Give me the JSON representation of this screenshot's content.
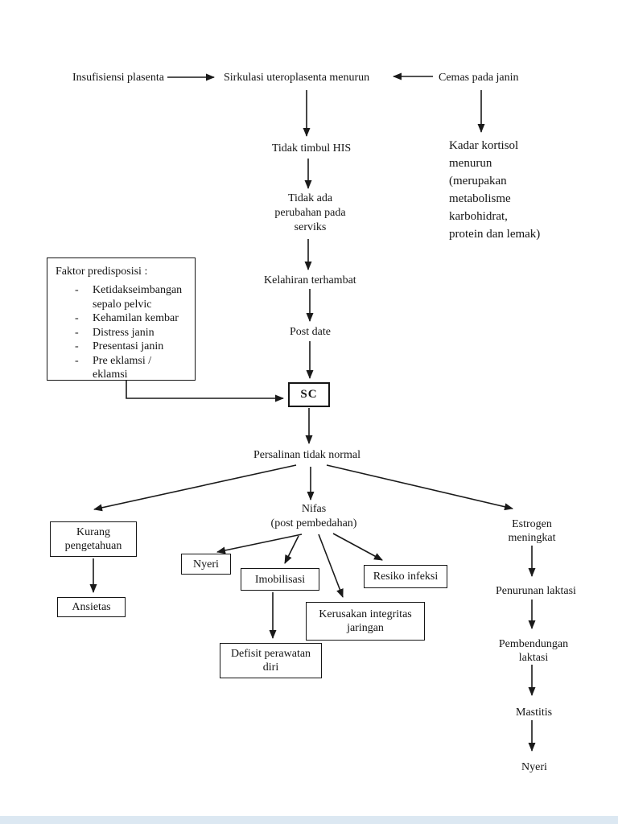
{
  "diagram": {
    "top_row": {
      "insufisiensi_plasenta": "Insufisiensi plasenta",
      "sirkulasi_uteroplasenta": "Sirkulasi uteroplasenta menurun",
      "cemas_pada_janin": "Cemas pada janin"
    },
    "kortisol_note_lines": [
      "Kadar kortisol",
      "menurun",
      "(merupakan",
      "metabolisme",
      "karbohidrat,",
      "protein dan lemak)"
    ],
    "center_chain": {
      "tidak_timbul_his": "Tidak timbul HIS",
      "tidak_ada_perubahan_lines": [
        "Tidak ada",
        "perubahan pada",
        "serviks"
      ],
      "kelahiran_terhambat": "Kelahiran terhambat",
      "post_date": "Post date",
      "sc": "SC",
      "persalinan_tidak_normal": "Persalinan tidak normal",
      "nifas_lines": [
        "Nifas",
        "(post pembedahan)"
      ]
    },
    "predisposisi": {
      "title": "Faktor predisposisi :",
      "items": [
        "Ketidakseimbangan sepalo pelvic",
        "Kehamilan kembar",
        "Distress janin",
        "Presentasi janin",
        "Pre eklamsi / eklamsi"
      ]
    },
    "left_branch": {
      "kurang_pengetahuan_lines": [
        "Kurang",
        "pengetahuan"
      ],
      "ansietas": "Ansietas"
    },
    "nifas_effects": {
      "nyeri": "Nyeri",
      "imobilisasi": "Imobilisasi",
      "resiko_infeksi": "Resiko infeksi",
      "kerusakan_integritas_lines": [
        "Kerusakan integritas",
        "jaringan"
      ],
      "defisit_perawatan_lines": [
        "Defisit perawatan",
        "diri"
      ]
    },
    "right_branch": {
      "estrogen_meningkat_lines": [
        "Estrogen",
        "meningkat"
      ],
      "penurunan_laktasi": "Penurunan laktasi",
      "pembendungan_laktasi_lines": [
        "Pembendungan",
        "laktasi"
      ],
      "mastitis": "Mastitis",
      "nyeri": "Nyeri"
    }
  },
  "colors": {
    "text": "#151515",
    "line": "#1a1a1a",
    "background": "#ffffff",
    "footer_bar": "#dce8f2"
  }
}
